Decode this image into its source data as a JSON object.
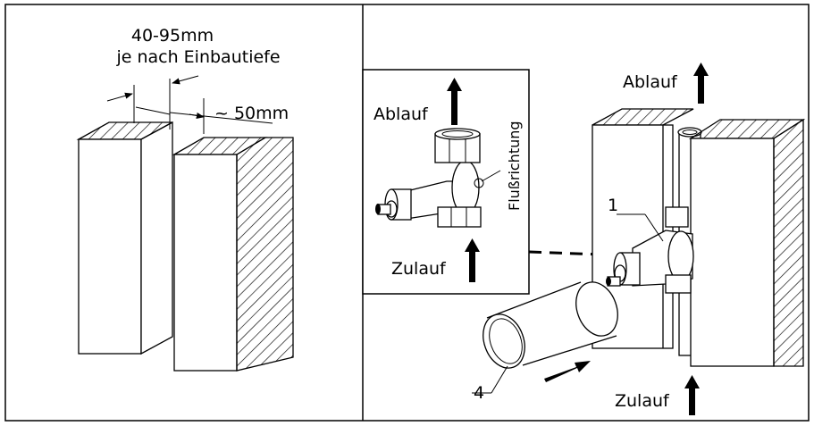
{
  "left_panel": {
    "dim_top_line1": "40-95mm",
    "dim_top_line2": "je nach Einbautiefe",
    "dim_side": "~ 50mm"
  },
  "inset": {
    "outlet": "Ablauf",
    "inlet": "Zulauf",
    "flow_direction": "Flußrichtung"
  },
  "right_panel": {
    "outlet": "Ablauf",
    "inlet": "Zulauf",
    "part_1": "1",
    "part_4": "4"
  },
  "colors": {
    "ink": "#000000",
    "paper": "#ffffff"
  }
}
